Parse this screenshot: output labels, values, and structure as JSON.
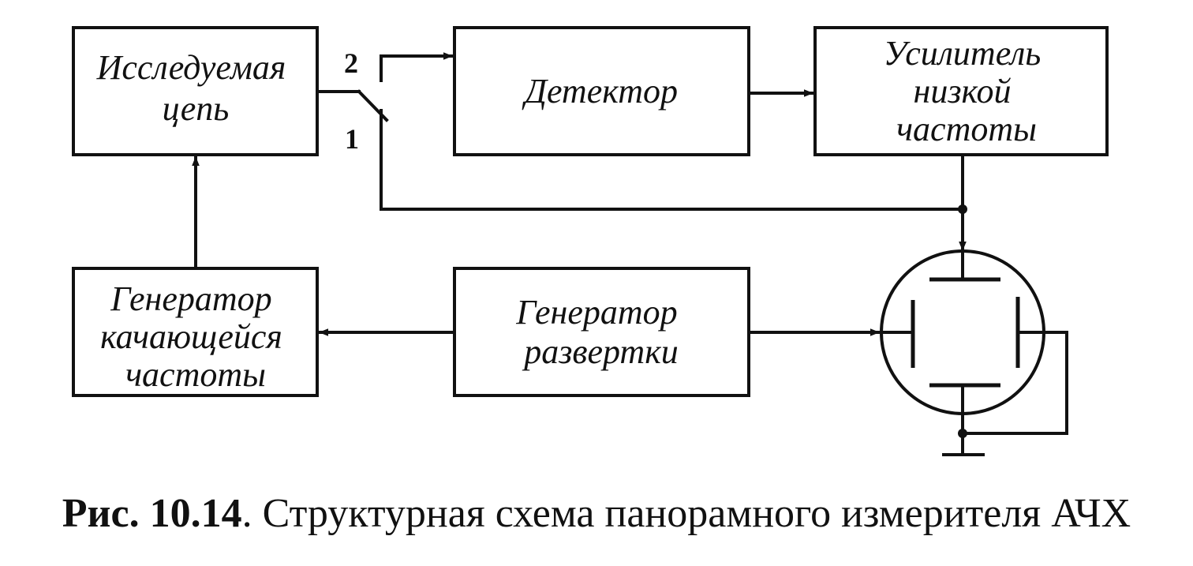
{
  "blocks": {
    "circuit_under_test": [
      "Исследуемая",
      "цепь"
    ],
    "detector": [
      "Детектор"
    ],
    "lf_amplifier": [
      "Усилитель",
      "низкой",
      "частоты"
    ],
    "sweep_generator": [
      "Генератор",
      "качающейся",
      "частоты"
    ],
    "scan_generator": [
      "Генератор",
      "развертки"
    ]
  },
  "switch": {
    "position_1": "1",
    "position_2": "2"
  },
  "caption": {
    "number": "Рис. 10.14",
    "text": ". Структурная схема панорамного измерителя АЧХ"
  }
}
